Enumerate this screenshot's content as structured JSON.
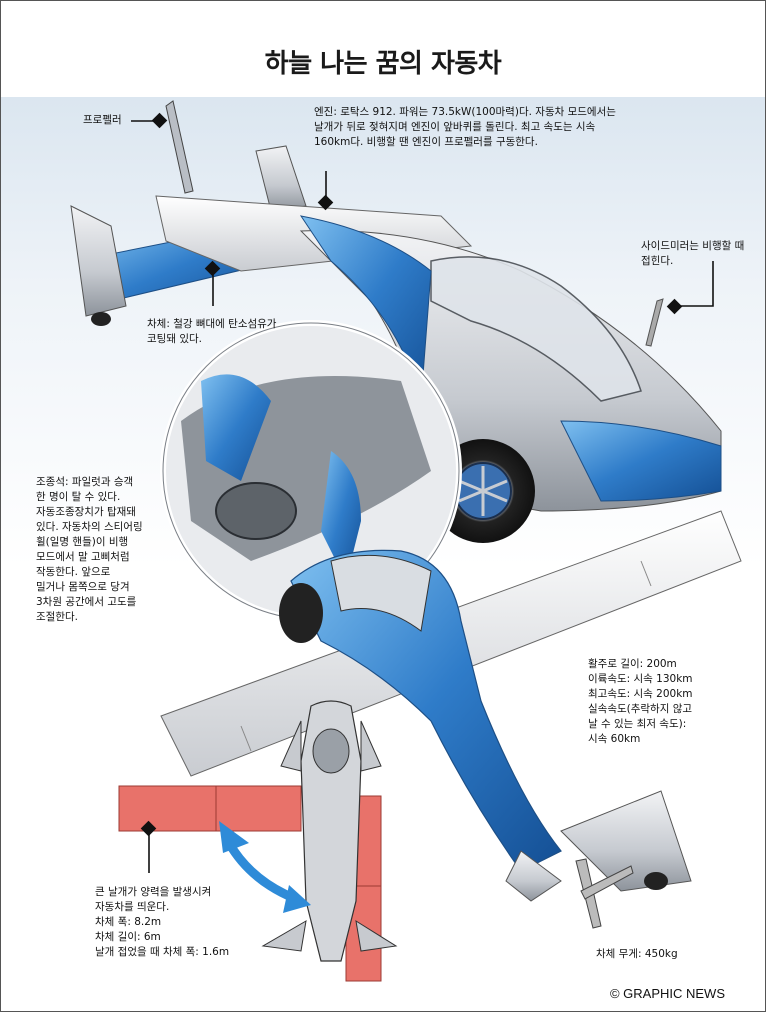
{
  "title": "하늘 나는 꿈의 자동차",
  "labels": {
    "propeller": "프로펠러",
    "engine": [
      "엔진: 로탁스 912. 파워는 73.5kW(100마력)다. 자동차 모드에서는",
      "날개가 뒤로 젖혀지며 엔진이 앞바퀴를 돌린다. 최고 속도는 시속",
      "160km다. 비행할 땐 엔진이 프로펠러를 구동한다."
    ],
    "mirror": [
      "사이드미러는 비행할 때",
      "접힌다."
    ],
    "body": [
      "차체: 철강 뼈대에 탄소섬유가",
      "코팅돼 있다."
    ],
    "cockpit": [
      "조종석: 파일럿과 승객",
      "한 명이 탈 수 있다.",
      "자동조종장치가 탑재돼",
      "있다. 자동차의 스티어링",
      "휠(일명 핸들)이 비행",
      "모드에서 말 고삐처럼",
      "작동한다. 앞으로",
      "밀거나 몸쪽으로 당겨",
      "3차원 공간에서 고도를",
      "조절한다."
    ],
    "specs": [
      "활주로 길이: 200m",
      "이륙속도: 시속 130km",
      "최고속도: 시속 200km",
      "실속속도(추락하지 않고",
      "날 수 있는 최저 속도):",
      "시속 60km"
    ],
    "wings": [
      "큰 날개가 양력을 발생시켜",
      "자동차를 띄운다.",
      "차체 폭: 8.2m",
      "차체 길이: 6m",
      "날개 접었을 때 차체 폭: 1.6m"
    ],
    "weight": "차체 무게: 450kg"
  },
  "credit": "© GRAPHIC NEWS",
  "colors": {
    "body_blue": "#2f7cc9",
    "silver": "#c9cdd2",
    "wing_red": "#e8726a",
    "arrow_blue": "#2e8bd8"
  },
  "icons": [
    "pointer-diamond-icon",
    "double-arrow-icon"
  ]
}
